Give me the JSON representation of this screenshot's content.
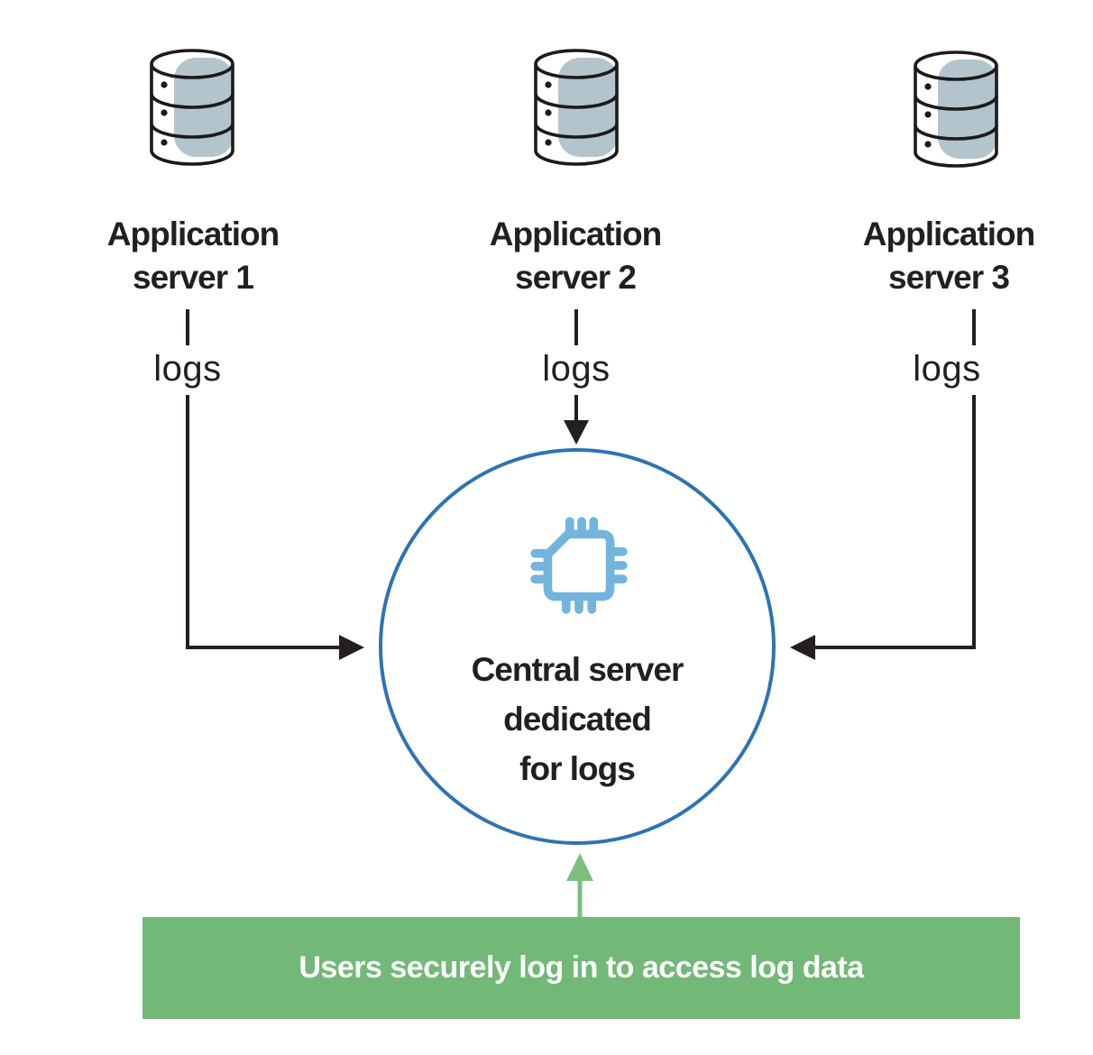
{
  "colors": {
    "ink": "#231f20",
    "circle_stroke": "#2f73b2",
    "chip_blue": "#73b4dc",
    "database_fill": "#b4c4cc",
    "banner_green": "#72b877",
    "arrow_green": "#7cbf81",
    "banner_text": "#ffffff"
  },
  "servers": [
    {
      "icon": "database-icon",
      "name_lines": [
        "Application",
        "server 1"
      ],
      "edge_label": "logs"
    },
    {
      "icon": "database-icon",
      "name_lines": [
        "Application",
        "server 2"
      ],
      "edge_label": "logs"
    },
    {
      "icon": "database-icon",
      "name_lines": [
        "Application",
        "server 3"
      ],
      "edge_label": "logs"
    }
  ],
  "central_server": {
    "icon": "cpu-chip-icon",
    "label_lines": [
      "Central server",
      "dedicated",
      "for logs"
    ]
  },
  "banner": {
    "label": "Users securely log in to access log data"
  }
}
